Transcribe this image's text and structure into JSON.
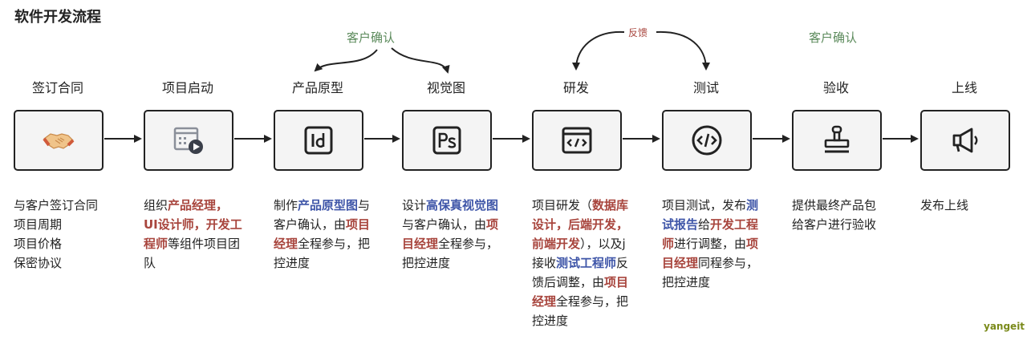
{
  "title": "软件开发流程",
  "stages": [
    {
      "label": "签订合同",
      "icon": "handshake-icon",
      "desc": [
        [
          {
            "t": "与客户签订合同"
          }
        ],
        [
          {
            "t": "项目周期"
          }
        ],
        [
          {
            "t": "项目价格"
          }
        ],
        [
          {
            "t": "保密协议"
          }
        ]
      ]
    },
    {
      "label": "项目启动",
      "icon": "calendar-play-icon",
      "desc": [
        [
          {
            "t": "组织"
          },
          {
            "t": "产品经理，",
            "c": "red"
          }
        ],
        [
          {
            "t": "UI设计师，开发工",
            "c": "red"
          }
        ],
        [
          {
            "t": "程师",
            "c": "red"
          },
          {
            "t": "等组件项目团"
          }
        ],
        [
          {
            "t": "队"
          }
        ]
      ]
    },
    {
      "label": "产品原型",
      "icon": "indesign-icon",
      "desc": [
        [
          {
            "t": "制作"
          },
          {
            "t": "产品原型图",
            "c": "blue"
          },
          {
            "t": "与"
          }
        ],
        [
          {
            "t": "客户确认，由"
          },
          {
            "t": "项目",
            "c": "red"
          }
        ],
        [
          {
            "t": "经理",
            "c": "red"
          },
          {
            "t": "全程参与，把"
          }
        ],
        [
          {
            "t": "控进度"
          }
        ]
      ]
    },
    {
      "label": "视觉图",
      "icon": "photoshop-icon",
      "desc": [
        [
          {
            "t": "设计"
          },
          {
            "t": "高保真视觉图",
            "c": "blue"
          }
        ],
        [
          {
            "t": "与客户确认，由"
          },
          {
            "t": "项",
            "c": "red"
          }
        ],
        [
          {
            "t": "目经理",
            "c": "red"
          },
          {
            "t": "全程参与，"
          }
        ],
        [
          {
            "t": "把控进度"
          }
        ]
      ]
    },
    {
      "label": "研发",
      "icon": "code-window-icon",
      "desc": [
        [
          {
            "t": "项目研发（"
          },
          {
            "t": "数据库",
            "c": "red"
          }
        ],
        [
          {
            "t": "设计，后端开发，",
            "c": "red"
          }
        ],
        [
          {
            "t": "前端开发",
            "c": "red"
          },
          {
            "t": "），以及j"
          }
        ],
        [
          {
            "t": "接收"
          },
          {
            "t": "测试工程师",
            "c": "blue"
          },
          {
            "t": "反"
          }
        ],
        [
          {
            "t": "馈后调整，由"
          },
          {
            "t": "项目",
            "c": "red"
          }
        ],
        [
          {
            "t": "经理",
            "c": "red"
          },
          {
            "t": "全程参与，把"
          }
        ],
        [
          {
            "t": "控进度"
          }
        ]
      ]
    },
    {
      "label": "测试",
      "icon": "code-circle-icon",
      "desc": [
        [
          {
            "t": "项目测试，发布"
          },
          {
            "t": "测",
            "c": "blue"
          }
        ],
        [
          {
            "t": "试报告",
            "c": "blue"
          },
          {
            "t": "给"
          },
          {
            "t": "开发工程",
            "c": "red"
          }
        ],
        [
          {
            "t": "师",
            "c": "red"
          },
          {
            "t": "进行调整，由"
          },
          {
            "t": "项",
            "c": "red"
          }
        ],
        [
          {
            "t": "目经理",
            "c": "red"
          },
          {
            "t": "同程参与，"
          }
        ],
        [
          {
            "t": "把控进度"
          }
        ]
      ]
    },
    {
      "label": "验收",
      "icon": "stamp-icon",
      "desc": [
        [
          {
            "t": "提供最终产品包"
          }
        ],
        [
          {
            "t": "给客户进行验收"
          }
        ]
      ]
    },
    {
      "label": "上线",
      "icon": "megaphone-icon",
      "desc": [
        [
          {
            "t": "发布上线"
          }
        ]
      ]
    }
  ],
  "annotations": {
    "confirm1": "客户确认",
    "feedback": "反馈",
    "confirm2": "客户确认"
  },
  "watermark": "yangeit"
}
